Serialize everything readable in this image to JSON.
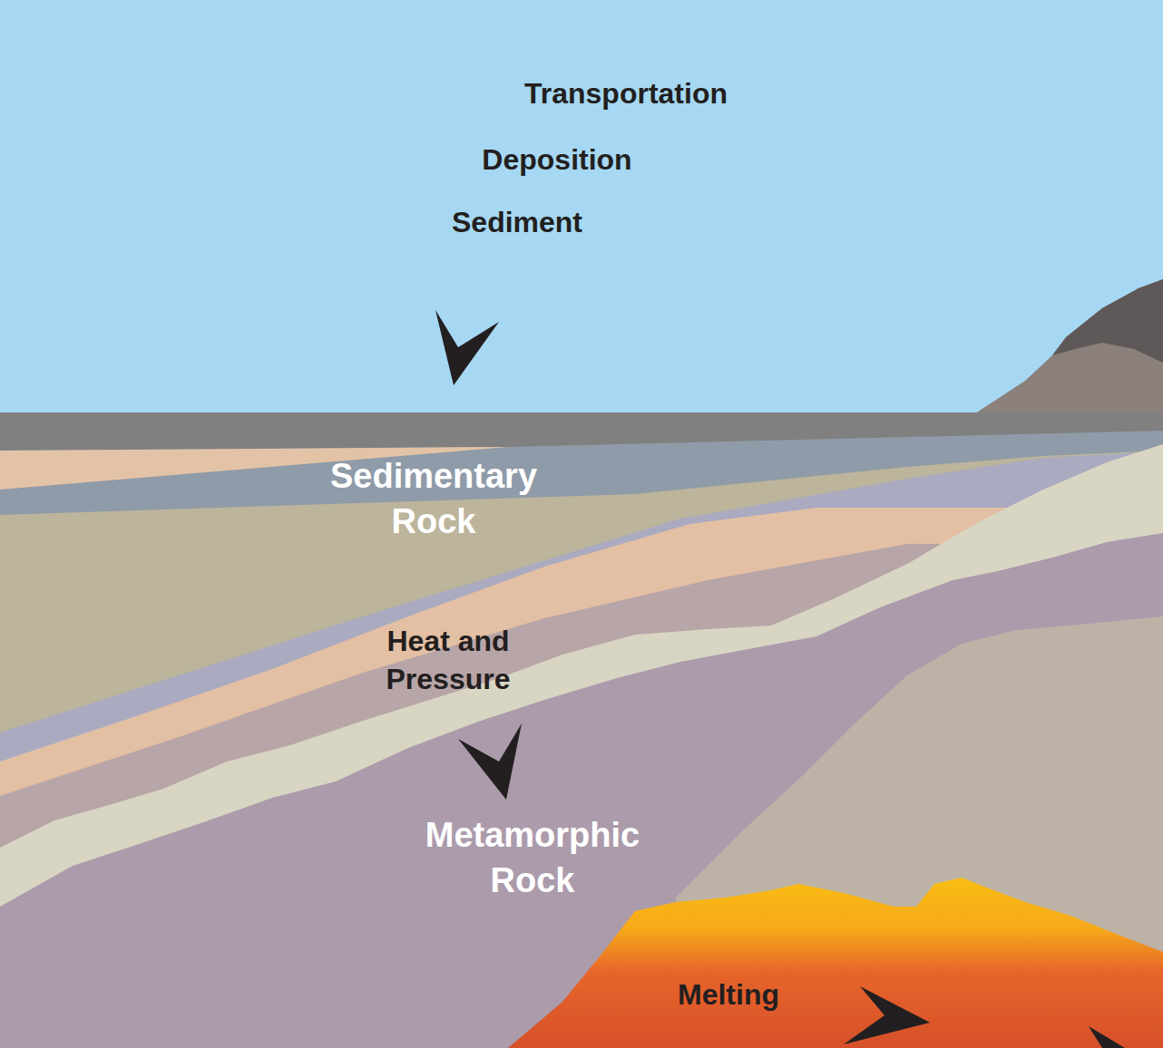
{
  "diagram": {
    "labels": [
      "Transportation",
      "Deposition",
      "Sediment",
      "Sedimentary Rock",
      "Heat and Pressure",
      "Metamorphic Rock",
      "Melting"
    ]
  }
}
